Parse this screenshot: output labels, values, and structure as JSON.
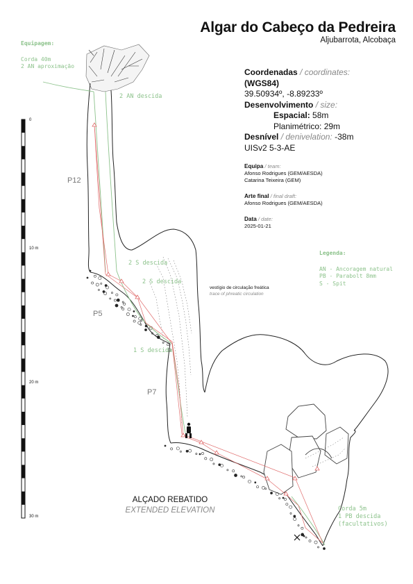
{
  "title": "Algar do Cabeço da Pedreira",
  "subtitle": "Aljubarrota, Alcobaça",
  "coordinates": {
    "label": "Coordenadas",
    "label_en": "/ coordinates:",
    "datum": "(WGS84)",
    "value": "39.50934º, -8.89233º"
  },
  "development": {
    "label": "Desenvolvimento",
    "label_en": "/ size:",
    "spatial_label": "Espacial:",
    "spatial_value": "58m",
    "planimetric_label": "Planimétrico:",
    "planimetric_value": "29m"
  },
  "denivelation": {
    "label": "Desnível",
    "label_en": "/ denivelation:",
    "value": "-38m"
  },
  "grade": "UISv2 5-3-AE",
  "team": {
    "label": "Equipa",
    "label_en": "/ team:",
    "members": [
      "Afonso Rodrigues (GEM/AESDA)",
      "Catarina Teixeira (GEM)"
    ]
  },
  "final_draft": {
    "label": "Arte final",
    "label_en": "/ final draft:",
    "author": "Afonso Rodrigues (GEM/AESDA)"
  },
  "date": {
    "label": "Data",
    "label_en": "/ date:",
    "value": "2025-01-21"
  },
  "legend": {
    "title": "Legenda:",
    "items": [
      "AN - Ancoragem natural",
      "PB - Parabolt 8mm",
      "S - Spit"
    ]
  },
  "equipment": {
    "title": "Equipagem:",
    "items": [
      "Corda 40m",
      "2 AN aproximação"
    ]
  },
  "rigging_labels": [
    "2 AN descida",
    "2 S descida",
    "2 S descida",
    "1 S descida"
  ],
  "bottom_rigging": [
    "Corda 5m",
    "1 PB descida",
    "(facultativos)"
  ],
  "pitches": [
    "P12",
    "P5",
    "P7"
  ],
  "phreatic_note": {
    "pt": "vestígio de circulação freática",
    "en": "trace of phreatic circulation"
  },
  "elevation": {
    "pt": "ALÇADO REBATIDO",
    "en": "EXTENDED ELEVATION"
  },
  "scale": {
    "labels": [
      "0",
      "10 m",
      "20 m",
      "30 m"
    ]
  },
  "colors": {
    "survey_line": "#e06b6b",
    "rope": "#8cc28b",
    "wall": "#222222"
  }
}
